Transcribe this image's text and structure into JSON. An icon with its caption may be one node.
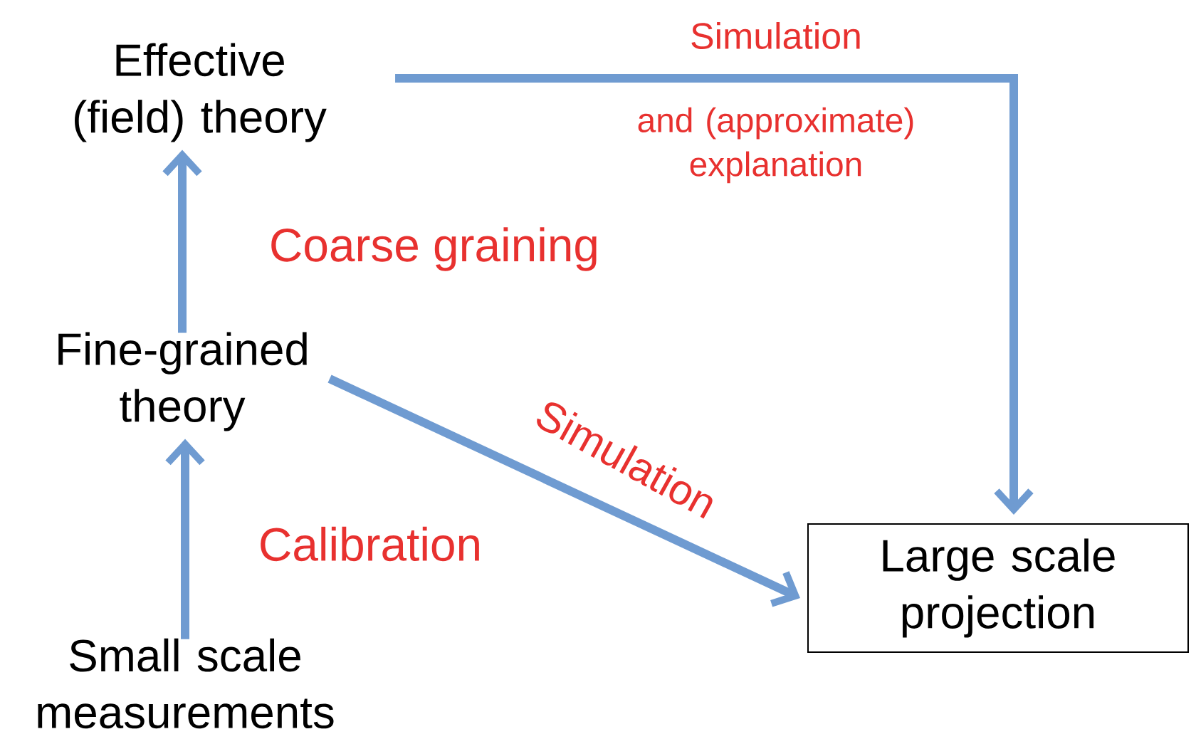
{
  "diagram": {
    "nodes": [
      {
        "text": [
          "Effective (field) theory"
        ]
      },
      {
        "text": [
          "Fine-grained theory"
        ]
      },
      {
        "text": [
          "Small scale measurements"
        ]
      },
      {
        "text": [
          "Large scale projection"
        ]
      }
    ],
    "edges": [
      {
        "from": 2,
        "to": 1,
        "arrow": "to",
        "label": "Calibration"
      },
      {
        "from": 1,
        "to": 0,
        "arrow": "to",
        "label": "Coarse graining"
      },
      {
        "from": 1,
        "to": 3,
        "arrow": "to",
        "label": "Simulation"
      },
      {
        "from": 0,
        "to": 3,
        "arrow": "to",
        "label": "Simulation"
      }
    ],
    "labels": [
      "and (approximate) explanation"
    ]
  }
}
